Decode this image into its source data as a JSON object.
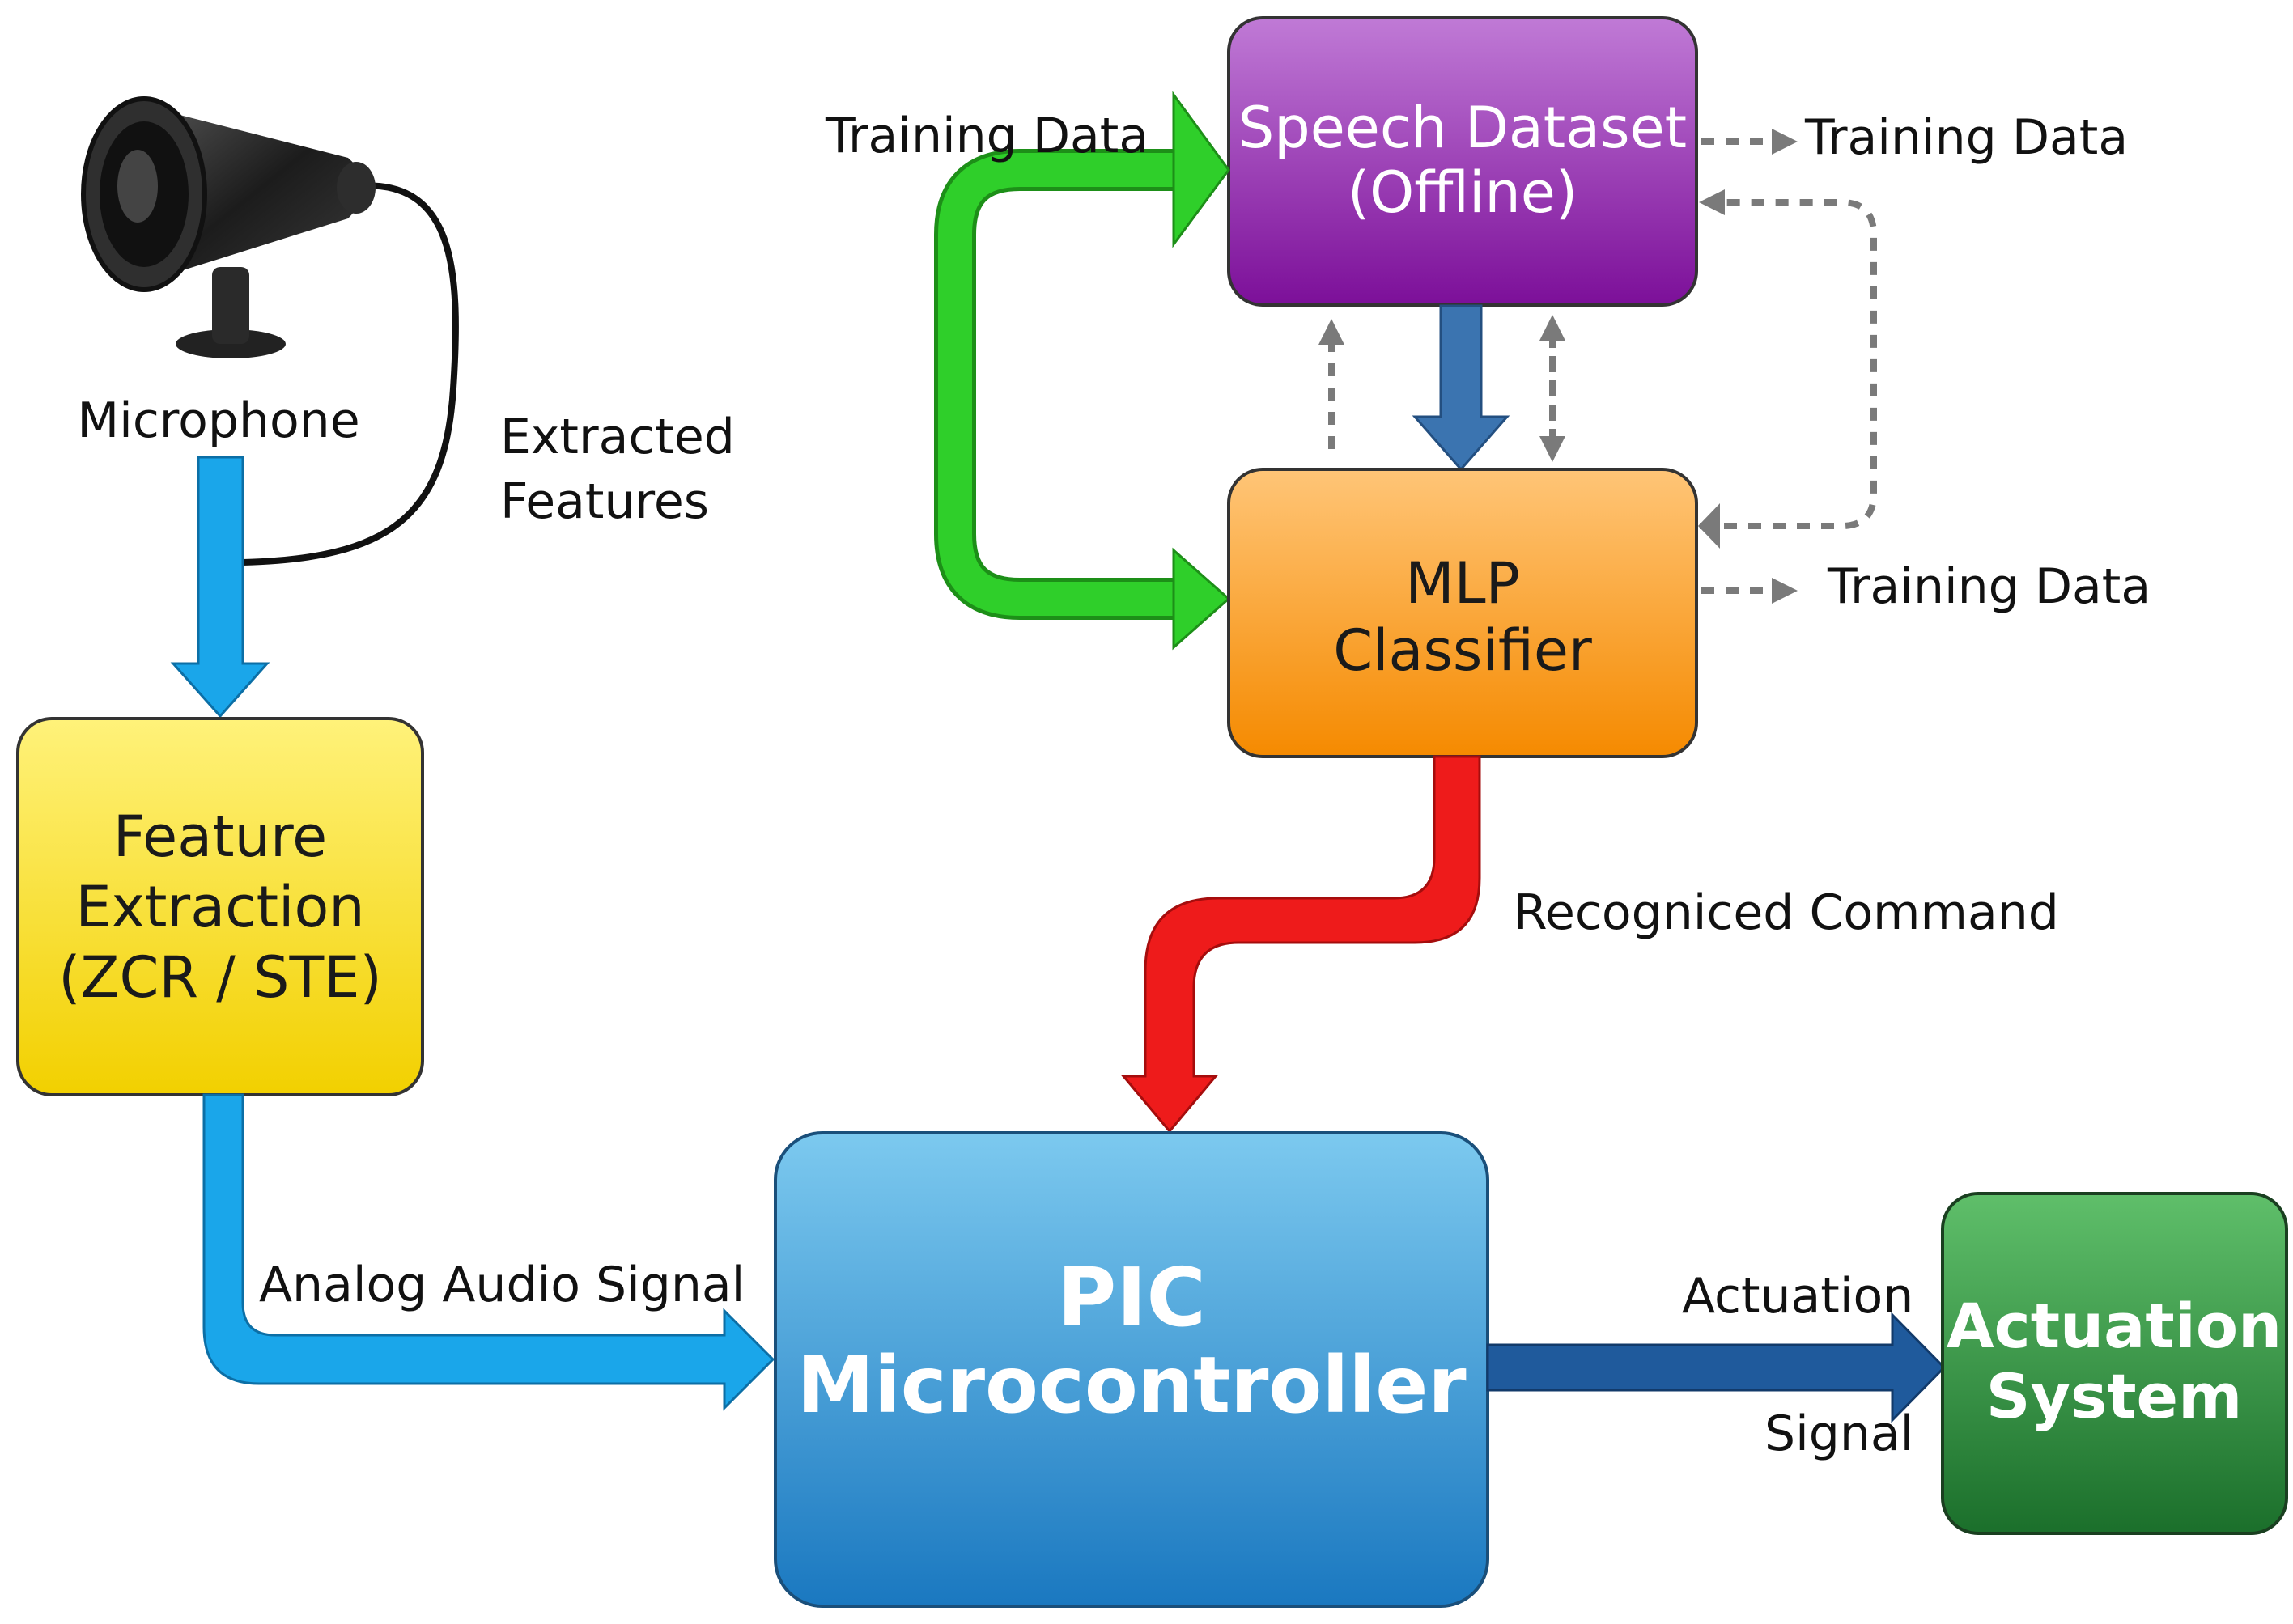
{
  "nodes": {
    "microphone": {
      "label": "Microphone",
      "icon": "microphone-icon"
    },
    "feature_extraction": {
      "line1": "Feature",
      "line2": "Extraction",
      "line3": "(ZCR / STE)",
      "color": "#f5dc00"
    },
    "speech_dataset": {
      "line1": "Speech Dataset",
      "line2": "(Offline)",
      "color": "#8e1fa6"
    },
    "mlp_classifier": {
      "line1": "MLP",
      "line2": "Classifier",
      "color": "#f99a1c"
    },
    "pic_microcontroller": {
      "line1": "PIC",
      "line2": "Microcontroller",
      "color": "#2392d8"
    },
    "actuation_system": {
      "line1": "Actuation",
      "line2": "System",
      "color": "#248a3a"
    }
  },
  "edge_labels": {
    "extracted_features": {
      "line1": "Extracted",
      "line2": "Features"
    },
    "training_data_green": "Training Data",
    "training_data_dataset": "Training Data",
    "training_data_mlp": "Training Data",
    "recognized_command": "Recogniced Command",
    "analog_audio_signal": "Analog Audio Signal",
    "actuation_signal": {
      "line1": "Actuation",
      "line2": "Signal"
    }
  },
  "colors": {
    "audio_arrow": "#1aa6ea",
    "training_arrow": "#2fcf2a",
    "dataset_to_mlp_arrow": "#3b74b0",
    "command_arrow": "#ee1b1b",
    "actuation_arrow": "#1f5a9c",
    "dashed_arrow": "#7a7a7a"
  }
}
